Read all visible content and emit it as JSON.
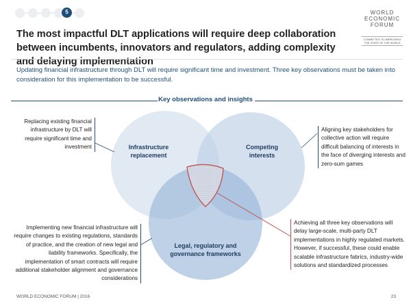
{
  "progress": {
    "current_step": "5",
    "steps": 6
  },
  "header": {
    "title": "The most impactful DLT applications will require deep collaboration between incumbents, innovators and regulators, adding complexity and delaying implementation",
    "logo": {
      "line1": "WORLD",
      "line2": "ECONOMIC",
      "line3": "FORUM",
      "tagline": "COMMITTED TO IMPROVING THE STATE OF THE WORLD"
    }
  },
  "intro": "Updating financial infrastructure through DLT will require significant time and investment. Three key observations must be taken into consideration for this implementation to be successful.",
  "section_title": "Key observations and insights",
  "circles": {
    "left": "Infrastructure replacement",
    "right": "Competing interests",
    "bottom": "Legal, regulatory and governance frameworks"
  },
  "notes": {
    "top_left": "Replacing existing financial infrastructure by DLT will require significant time and investment",
    "top_right": "Aligning key stakeholders for collective action will require difficult balancing of interests in the face of diverging interests and zero-sum games",
    "bottom_left": "Implementing new financial infrastructure will require changes to existing regulations, standards of practice, and the creation of new legal and liability frameworks. Specifically, the implementation of smart contracts will require additional stakeholder alignment and governance considerations",
    "bottom_right": "Achieving all three key observations will delay large-scale, multi-party DLT implementations in highly regulated markets. However, if successful, these could enable scalable infrastructure fabrics, industry-wide solutions and standardized processes"
  },
  "footer": {
    "source": "WORLD ECONOMIC FORUM | 2016",
    "page": "23"
  },
  "colors": {
    "accent": "#1f4e79",
    "highlight": "#c0504d"
  }
}
